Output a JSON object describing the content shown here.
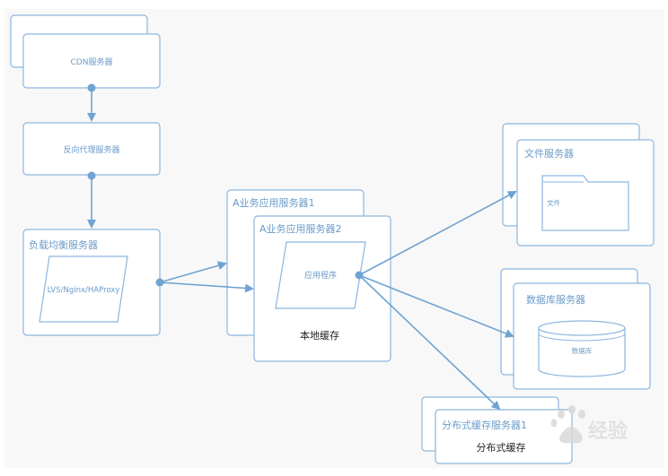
{
  "colors": {
    "stroke": "#8ab6df",
    "arrow": "#6fa3d2",
    "text": "#6b9bc9",
    "dark_text": "#222222",
    "background": "#f8f8f8"
  },
  "nodes": {
    "cdn": "CDN服务器",
    "reverse_proxy": "反向代理服务器",
    "load_balancer": "负载均衡服务器",
    "lb_software": "LVS/Nginx/HAProxy",
    "app_server_1": "A业务应用服务器1",
    "app_server_2": "A业务应用服务器2",
    "app_program": "应用程序",
    "local_cache": "本地缓存",
    "file_server": "文件服务器",
    "file": "文件",
    "db_server": "数据库服务器",
    "database": "数据库",
    "dist_cache_server": "分布式缓存服务器1",
    "dist_cache": "分布式缓存"
  },
  "watermark": "Bai du 经验"
}
